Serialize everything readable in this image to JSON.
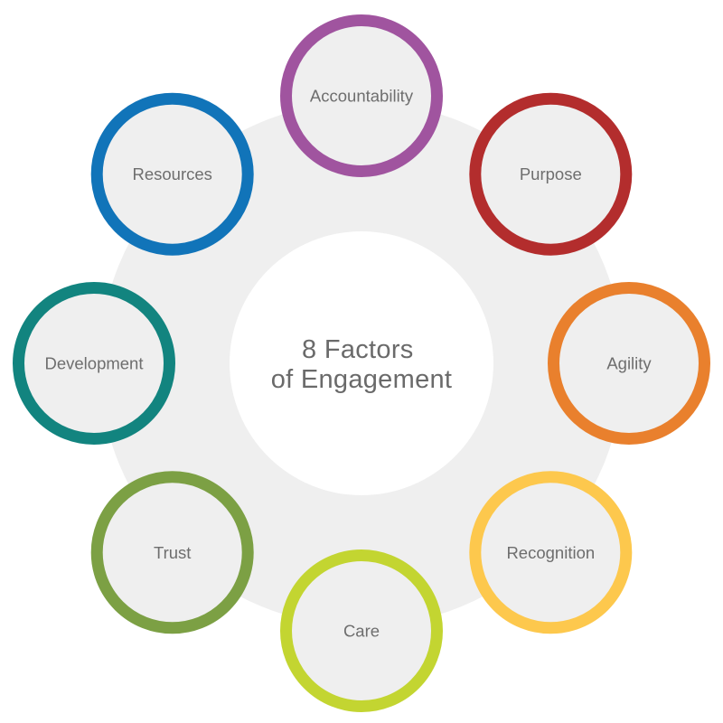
{
  "diagram": {
    "center_title_line1": "8 Factors",
    "center_title_line2": "of Engagement",
    "colors": {
      "page_background": "#ffffff",
      "wheel_fill": "#efefef",
      "center_circle_fill": "#ffffff",
      "center_title_text": "#6a6a6a",
      "factor_label_text": "#6e6e6e"
    },
    "factors": [
      {
        "label": "Accountability",
        "ring_color": "#a0549f",
        "angle_deg": -90
      },
      {
        "label": "Purpose",
        "ring_color": "#b32d2d",
        "angle_deg": -45
      },
      {
        "label": "Agility",
        "ring_color": "#e9802d",
        "angle_deg": 0
      },
      {
        "label": "Recognition",
        "ring_color": "#fdc84d",
        "angle_deg": 45
      },
      {
        "label": "Care",
        "ring_color": "#c3d531",
        "angle_deg": 90
      },
      {
        "label": "Trust",
        "ring_color": "#7ca044",
        "angle_deg": 135
      },
      {
        "label": "Development",
        "ring_color": "#12847f",
        "angle_deg": 180
      },
      {
        "label": "Resources",
        "ring_color": "#1174b9",
        "angle_deg": 225
      }
    ]
  }
}
